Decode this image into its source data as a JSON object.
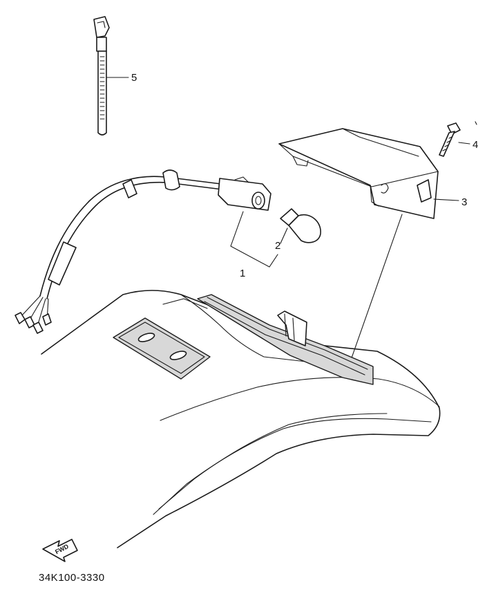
{
  "diagram": {
    "diagram_code": "34K100-3330",
    "forward_label": "FWD",
    "callouts": [
      {
        "id": "callout-1",
        "number": "1"
      },
      {
        "id": "callout-2",
        "number": "2"
      },
      {
        "id": "callout-3",
        "number": "3"
      },
      {
        "id": "callout-4",
        "number": "4"
      },
      {
        "id": "callout-5",
        "number": "5"
      }
    ]
  }
}
